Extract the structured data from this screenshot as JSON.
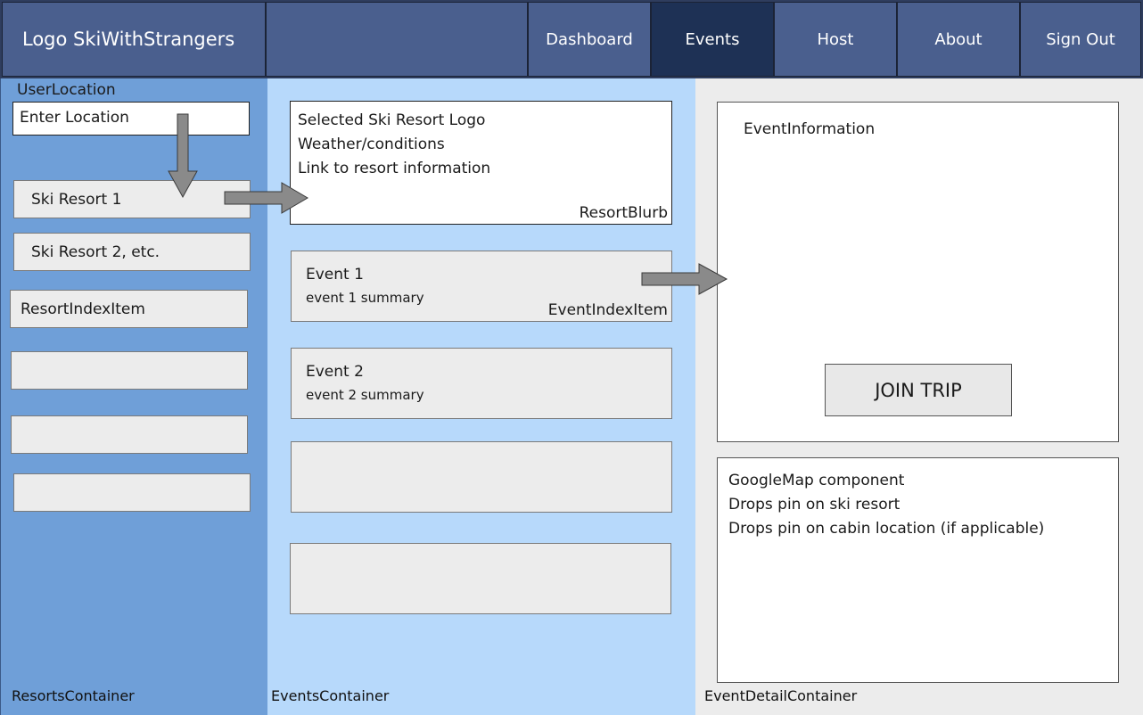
{
  "nav": {
    "logo": "Logo SkiWithStrangers",
    "items": [
      {
        "label": "Dashboard",
        "active": false
      },
      {
        "label": "Events",
        "active": true
      },
      {
        "label": "Host",
        "active": false
      },
      {
        "label": "About",
        "active": false
      },
      {
        "label": "Sign Out",
        "active": false
      }
    ]
  },
  "resorts": {
    "user_location_label": "UserLocation",
    "location_input_placeholder": "Enter Location",
    "items": [
      "Ski Resort 1",
      "Ski Resort 2, etc.",
      "ResortIndexItem",
      "",
      "",
      ""
    ],
    "container_label": "ResortsContainer"
  },
  "events": {
    "blurb": {
      "lines": [
        "Selected Ski Resort Logo",
        "Weather/conditions",
        "Link to resort information"
      ],
      "label": "ResortBlurb"
    },
    "items": [
      {
        "title": "Event 1",
        "summary": "event 1 summary",
        "tag": "EventIndexItem"
      },
      {
        "title": "Event 2",
        "summary": "event 2 summary",
        "tag": ""
      }
    ],
    "container_label": "EventsContainer"
  },
  "detail": {
    "info_label": "EventInformation",
    "join_button": "JOIN TRIP",
    "map_lines": [
      "GoogleMap component",
      "Drops pin on ski resort",
      "Drops pin on cabin location (if applicable)"
    ],
    "container_label": "EventDetailContainer"
  },
  "colors": {
    "nav_bg": "#4a5f8e",
    "nav_active": "#1e3155",
    "resorts_bg": "#6f9fd8",
    "events_bg": "#b7d9fb",
    "detail_bg": "#ececec",
    "arrow": "#8a8a8a"
  }
}
